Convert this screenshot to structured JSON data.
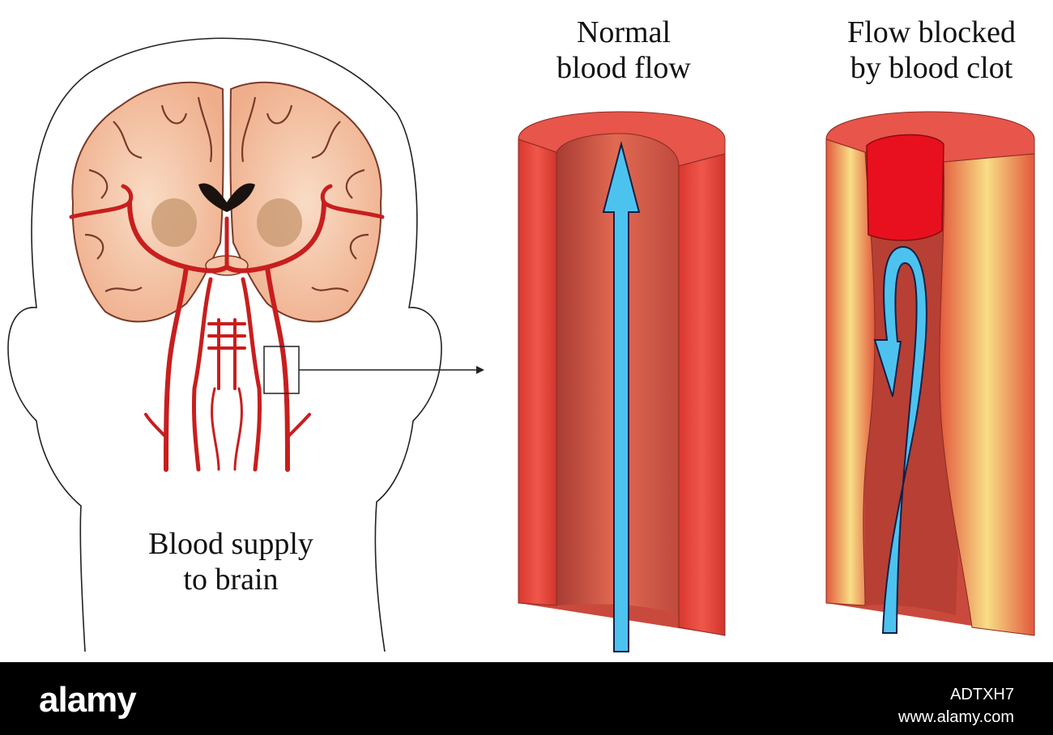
{
  "labels": {
    "brain_line1": "Blood supply",
    "brain_line2": "to brain",
    "normal_line1": "Normal",
    "normal_line2": "blood flow",
    "blocked_line1": "Flow blocked",
    "blocked_line2": "by blood clot"
  },
  "footer": {
    "logo": "alamy",
    "image_id": "ADTXH7",
    "site": "www.alamy.com"
  },
  "colors": {
    "vessel_wall": "#e8473c",
    "vessel_inner": "#c94a3c",
    "artery": "#c81e1e",
    "brain_tissue": "#f5c6a8",
    "arrow": "#4cc3ee",
    "clot": "#e8101e",
    "plaque": "#f6d27a"
  }
}
